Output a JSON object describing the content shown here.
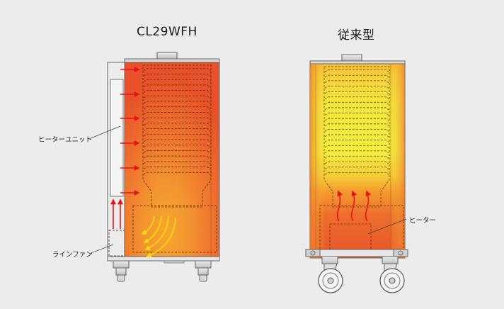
{
  "titles": {
    "new_model": "CL29WFH",
    "conventional": "従来型"
  },
  "labels": {
    "heater_unit": "ヒーターユニット",
    "line_fan": "ラインファン",
    "heater": "ヒーター"
  },
  "colors": {
    "background": "#ececec",
    "hot_red": "#e8512a",
    "warm_orange": "#f59a2c",
    "cool_yellow": "#f2ec3c",
    "arrow_red": "#e8121b",
    "fan_yellow": "#f3e10a",
    "outline": "#555555"
  }
}
